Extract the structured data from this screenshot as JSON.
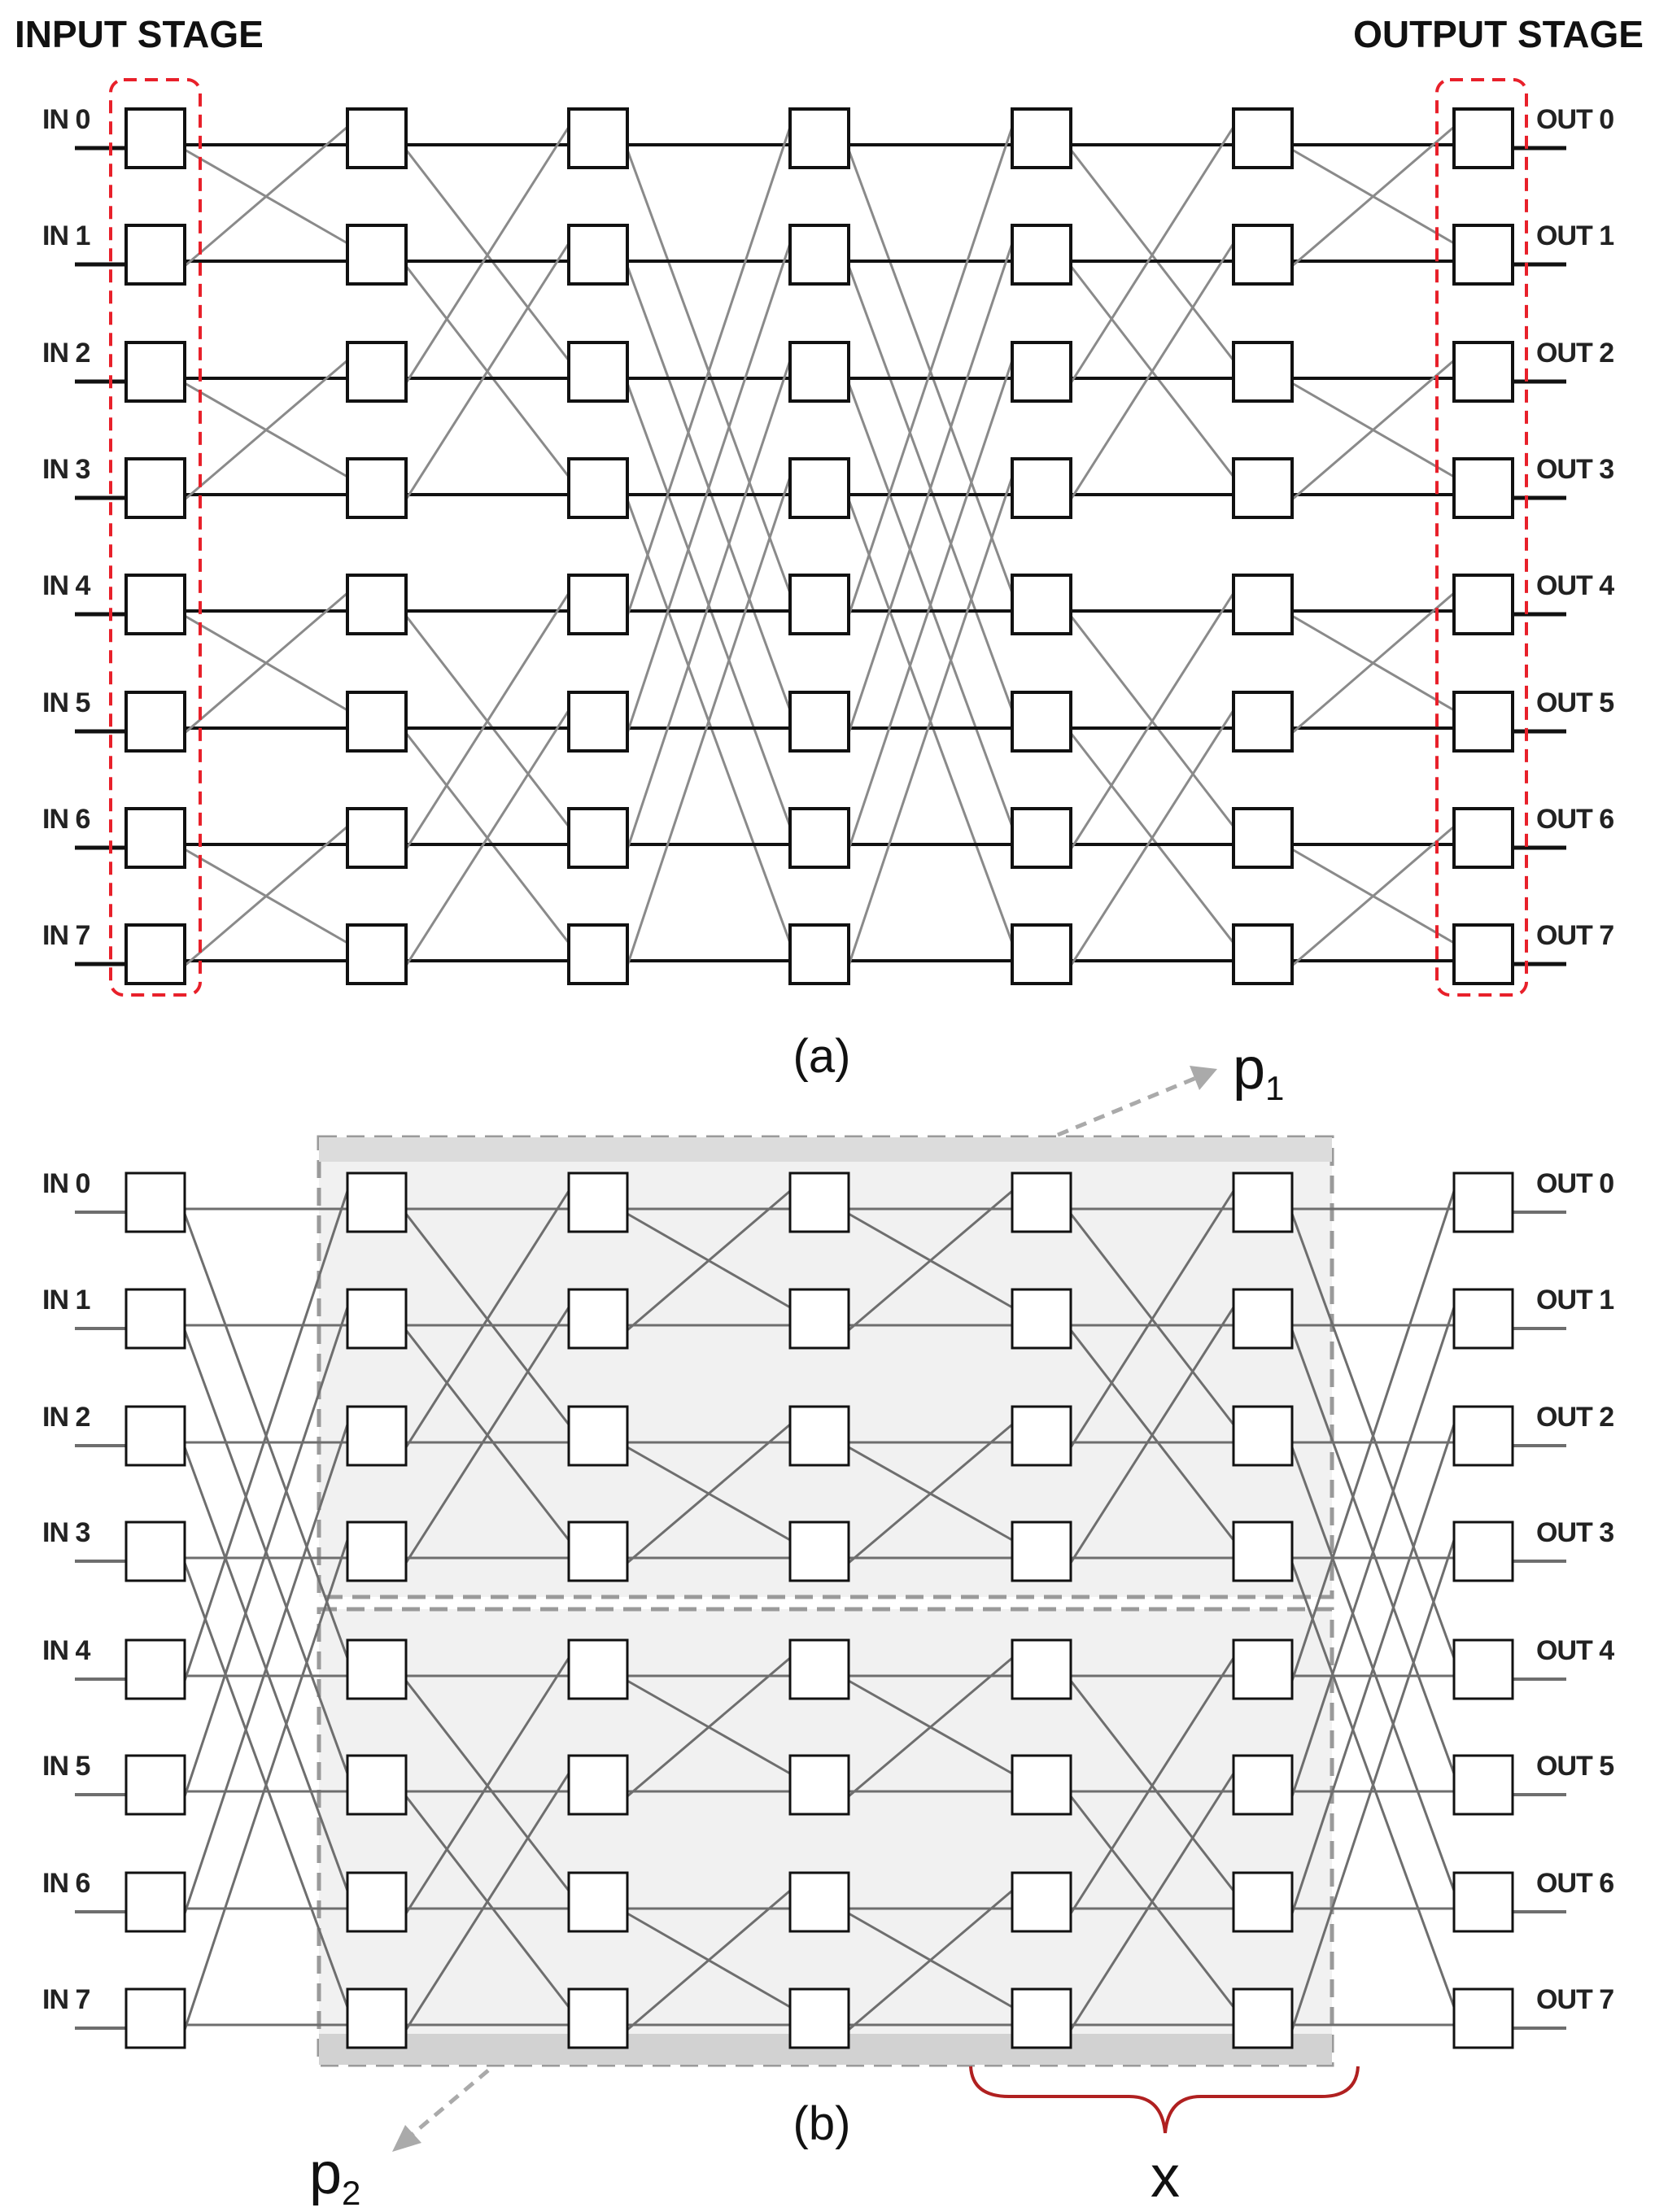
{
  "labels": {
    "input_stage": "INPUT STAGE",
    "output_stage": "OUTPUT STAGE",
    "caption_a": "(a)",
    "caption_b": "(b)",
    "p1_main": "p",
    "p1_sub": "1",
    "p2_main": "p",
    "p2_sub": "2",
    "x_label": "x"
  },
  "inputs": [
    "IN 0",
    "IN 1",
    "IN 2",
    "IN 3",
    "IN 4",
    "IN 5",
    "IN 6",
    "IN 7"
  ],
  "outputs": [
    "OUT 0",
    "OUT 1",
    "OUT 2",
    "OUT 3",
    "OUT 4",
    "OUT 5",
    "OUT 6",
    "OUT 7"
  ],
  "network": {
    "ports": 8,
    "stages": 7,
    "diagram_a_shuffle_distances": [
      1,
      2,
      4,
      4,
      2,
      1
    ],
    "diagram_b_shuffle_distances": [
      4,
      2,
      1,
      1,
      2,
      4
    ]
  },
  "colors": {
    "box_border": "#111111",
    "line_a": "#111111",
    "cross_a": "#8a8a8a",
    "line_b": "#6e6e6e",
    "stage_highlight": "#e8202a",
    "partition_fill": "#f1f1f1",
    "partition_border": "#9a9a9a",
    "brace": "#b02020"
  }
}
